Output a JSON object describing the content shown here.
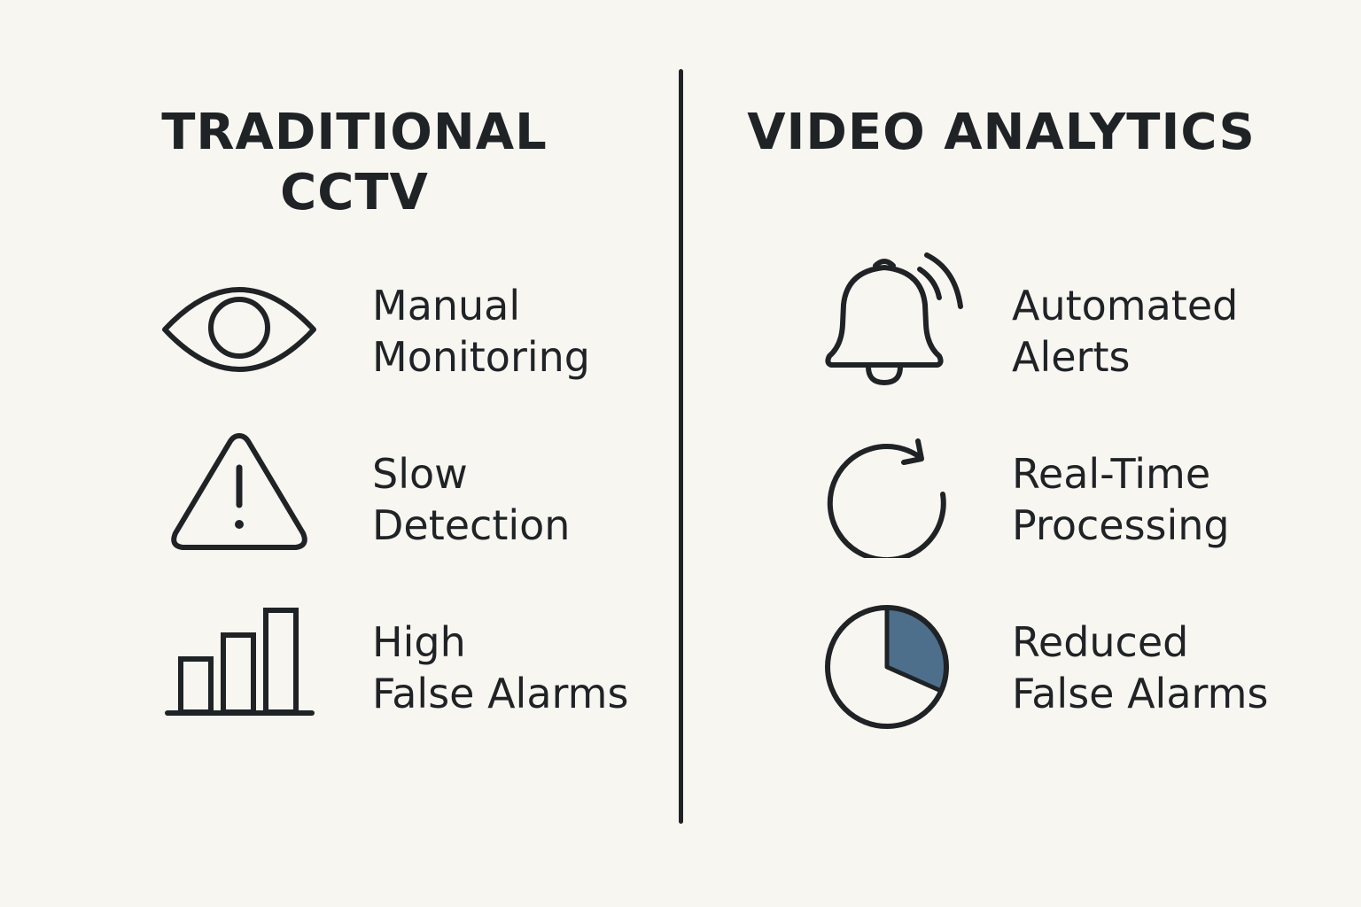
{
  "colors": {
    "background": "#f8f6f1",
    "ink": "#1f2326",
    "accent": "#4d6f8c"
  },
  "left": {
    "title_line1": "TRADITIONAL",
    "title_line2": "CCTV",
    "items": [
      {
        "icon": "eye-icon",
        "line1": "Manual",
        "line2": "Monitoring"
      },
      {
        "icon": "warning-triangle-icon",
        "line1": "Slow",
        "line2": "Detection"
      },
      {
        "icon": "bar-chart-icon",
        "line1": "High",
        "line2": "False Alarms"
      }
    ]
  },
  "right": {
    "title": "VIDEO ANALYTICS",
    "items": [
      {
        "icon": "bell-alert-icon",
        "line1": "Automated",
        "line2": "Alerts"
      },
      {
        "icon": "refresh-arrow-icon",
        "line1": "Real-Time",
        "line2": "Processing"
      },
      {
        "icon": "pie-chart-icon",
        "line1": "Reduced",
        "line2": "False Alarms"
      }
    ]
  }
}
